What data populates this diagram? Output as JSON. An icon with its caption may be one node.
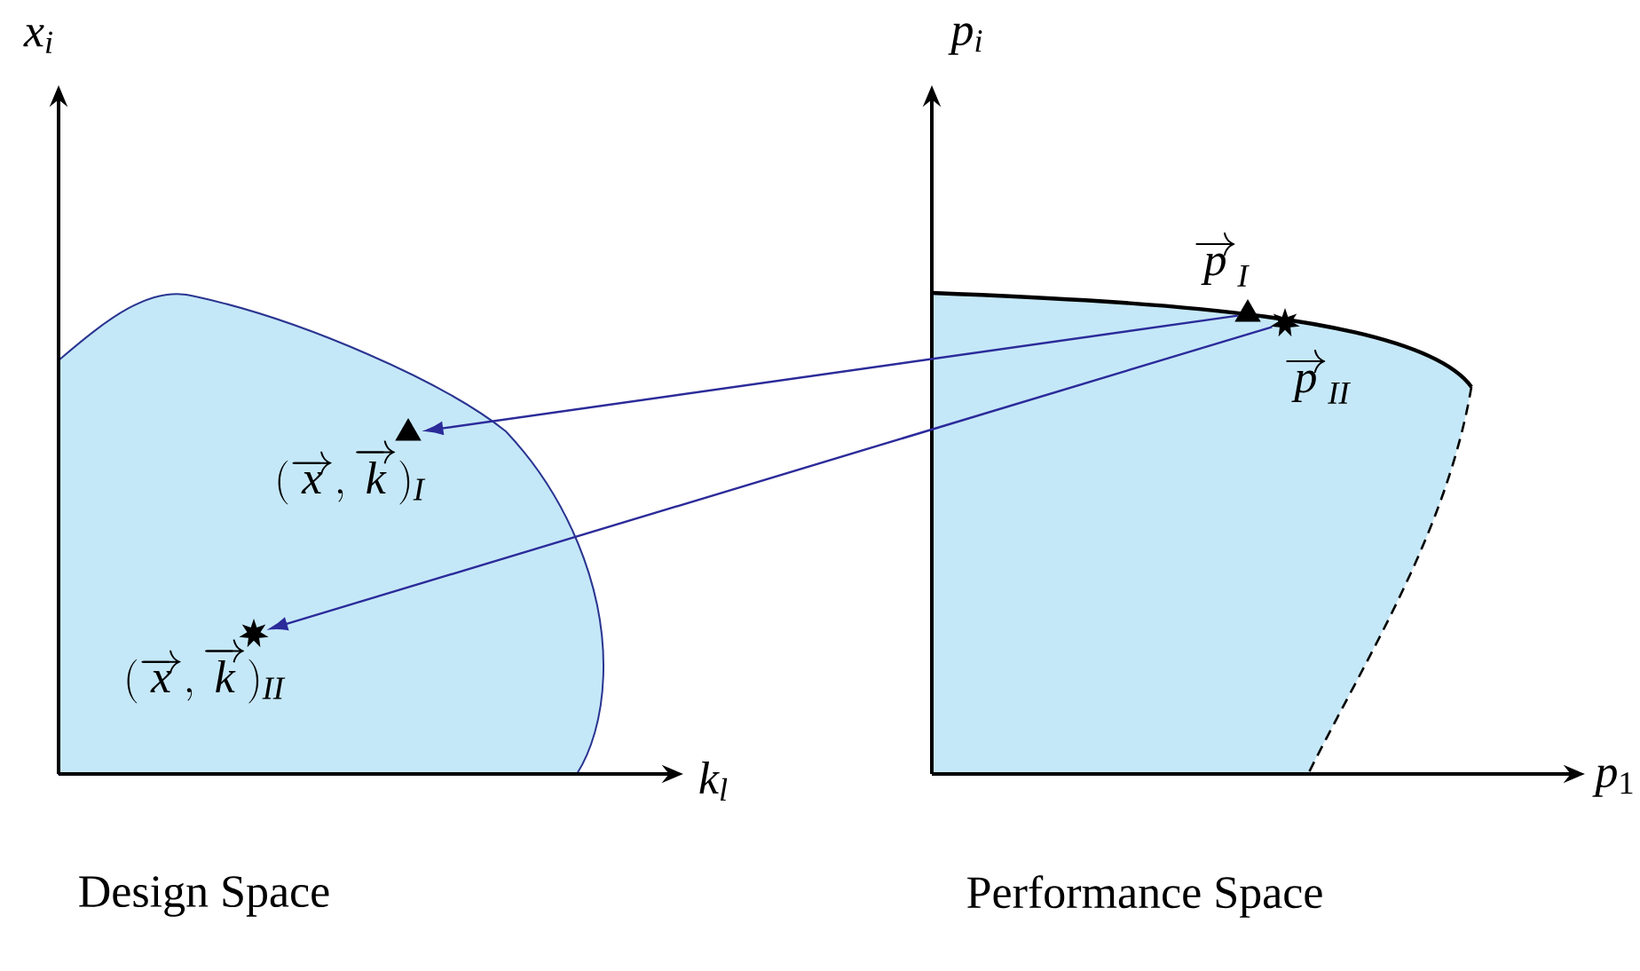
{
  "diagram": {
    "nodes": [
      {
        "text": [],
        "shape": "triangle",
        "beside": [
          "(\\overrightarrow{x},\\overrightarrow{k})_{I}"
        ]
      },
      {
        "text": [],
        "shape": "star",
        "beside": [
          "(\\overrightarrow{x},\\overrightarrow{k})_{II}"
        ]
      },
      {
        "text": [],
        "shape": "triangle",
        "beside": [
          "\\overrightarrow{p}_{I}"
        ]
      },
      {
        "text": [],
        "shape": "star",
        "beside": [
          "\\overrightarrow{p}_{II}"
        ]
      }
    ],
    "edges": [
      {
        "from": 2,
        "to": 0,
        "arrow": "to"
      },
      {
        "from": 3,
        "to": 1,
        "arrow": "to"
      }
    ],
    "labels": [
      "x_{i}",
      "k_{l}",
      "p_{i}",
      "p_{1}",
      "Design Space",
      "Performance Space"
    ]
  }
}
